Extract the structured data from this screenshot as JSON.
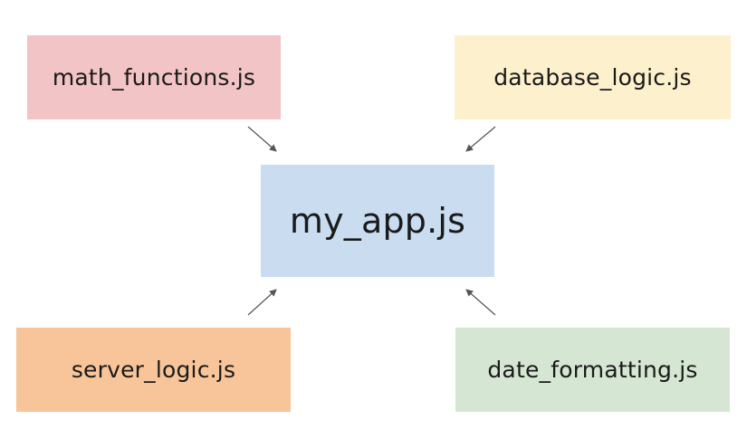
{
  "nodes": {
    "math": {
      "label": "math_functions.js",
      "color": "#f2c4c5"
    },
    "database": {
      "label": "database_logic.js",
      "color": "#fdf0cc"
    },
    "center": {
      "label": "my_app.js",
      "color": "#c9dcf0"
    },
    "server": {
      "label": "server_logic.js",
      "color": "#f8c59a"
    },
    "date": {
      "label": "date_formatting.js",
      "color": "#d5e7d2"
    }
  },
  "edges": [
    {
      "from": "math_functions.js",
      "to": "my_app.js"
    },
    {
      "from": "database_logic.js",
      "to": "my_app.js"
    },
    {
      "from": "server_logic.js",
      "to": "my_app.js"
    },
    {
      "from": "date_formatting.js",
      "to": "my_app.js"
    }
  ],
  "colors": {
    "arrow": "#555555"
  }
}
